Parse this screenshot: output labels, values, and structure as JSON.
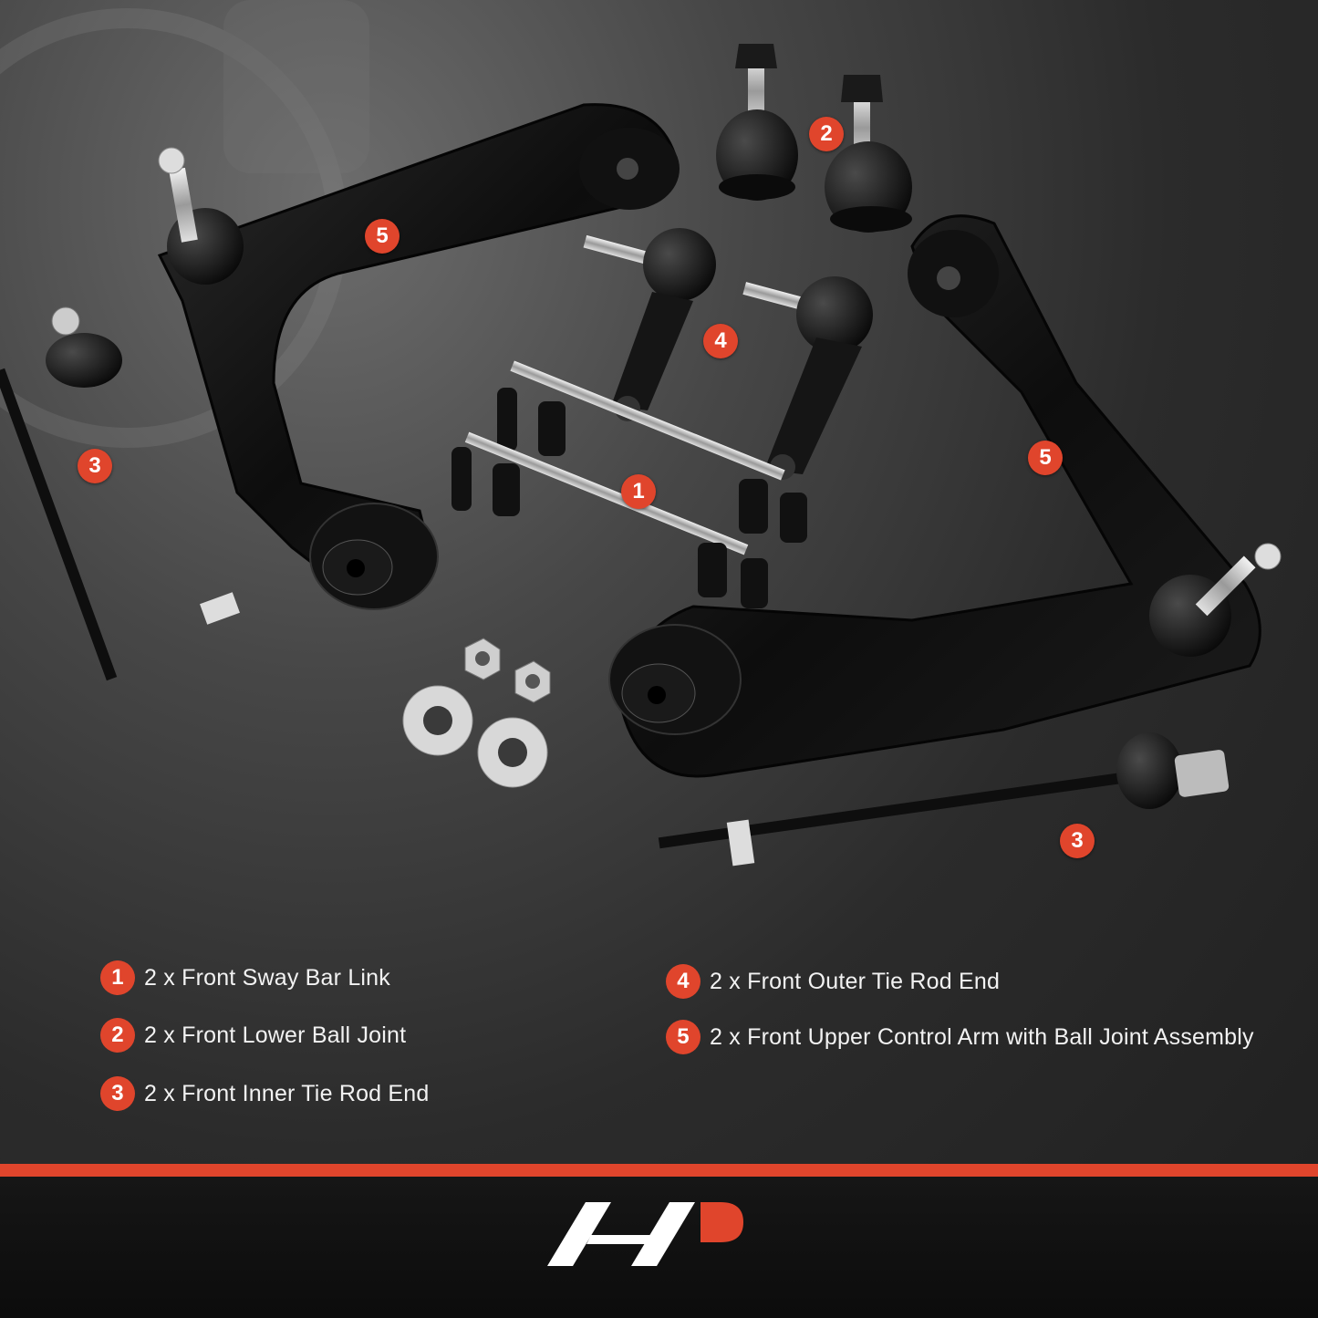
{
  "callouts": {
    "c1": "1",
    "c2": "2",
    "c3_left": "3",
    "c3_right": "3",
    "c4": "4",
    "c5_left": "5",
    "c5_right": "5"
  },
  "legend": [
    {
      "num": "1",
      "label": "2 x Front Sway Bar Link"
    },
    {
      "num": "2",
      "label": "2 x Front Lower Ball Joint"
    },
    {
      "num": "3",
      "label": "2 x Front Inner Tie Rod End"
    },
    {
      "num": "4",
      "label": "2 x Front Outer Tie Rod End"
    },
    {
      "num": "5",
      "label": "2 x Front Upper Control Arm with Ball Joint Assembly"
    }
  ],
  "colors": {
    "accent": "#e0452c",
    "background": "#2a2a2a",
    "text": "#f2f2f2"
  },
  "logo": {
    "icon": "a-premium-logo"
  }
}
